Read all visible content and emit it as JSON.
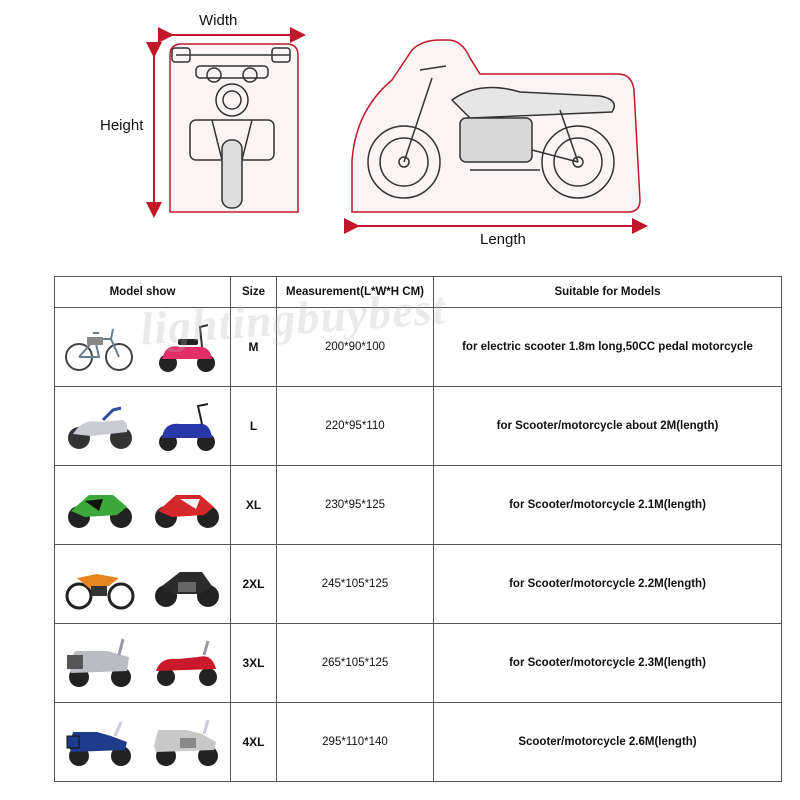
{
  "diagram": {
    "width_label": "Width",
    "height_label": "Height",
    "length_label": "Length",
    "outline_color": "#c0182a"
  },
  "table": {
    "headers": {
      "model": "Model show",
      "size": "Size",
      "measurement": "Measurement(L*W*H CM)",
      "suitable": "Suitable for Models"
    },
    "rows": [
      {
        "size": "M",
        "measurement": "200*90*100",
        "suitable": "for electric scooter 1.8m long,50CC pedal motorcycle",
        "icons": [
          "electric-bicycle-icon",
          "red-scooter-icon"
        ]
      },
      {
        "size": "L",
        "measurement": "220*95*110",
        "suitable": "for Scooter/motorcycle about 2M(length)",
        "icons": [
          "underbone-motorcycle-icon",
          "blue-scooter-icon"
        ]
      },
      {
        "size": "XL",
        "measurement": "230*95*125",
        "suitable": "for Scooter/motorcycle 2.1M(length)",
        "icons": [
          "green-sportbike-icon",
          "red-sportbike-icon"
        ]
      },
      {
        "size": "2XL",
        "measurement": "245*105*125",
        "suitable": "for Scooter/motorcycle 2.2M(length)",
        "icons": [
          "orange-dirtbike-icon",
          "black-naked-bike-icon"
        ]
      },
      {
        "size": "3XL",
        "measurement": "265*105*125",
        "suitable": "for Scooter/motorcycle 2.3M(length)",
        "icons": [
          "silver-touring-bike-icon",
          "red-maxi-scooter-icon"
        ]
      },
      {
        "size": "4XL",
        "measurement": "295*110*140",
        "suitable": "Scooter/motorcycle 2.6M(length)",
        "icons": [
          "blue-cruiser-icon",
          "silver-goldwing-icon"
        ]
      }
    ]
  },
  "watermark": "lightingbuybest"
}
